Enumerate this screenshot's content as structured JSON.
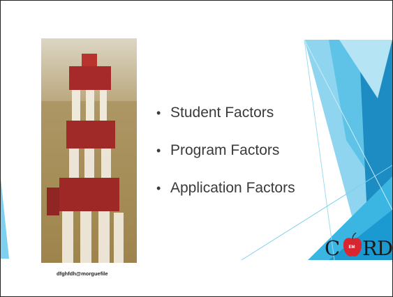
{
  "slide": {
    "bullets": [
      "Student Factors",
      "Program Factors",
      "Application Factors"
    ],
    "photo_credit": "dfghfdh@morguefile"
  },
  "logo": {
    "text_left": "C",
    "text_right": "RD",
    "badge": "EM"
  },
  "colors": {
    "accent_dark": "#1d8cc2",
    "accent_mid": "#35a9d8",
    "accent_light": "#8fd5ef",
    "apple_red": "#d7262f"
  },
  "icons": [
    "apple-icon"
  ]
}
